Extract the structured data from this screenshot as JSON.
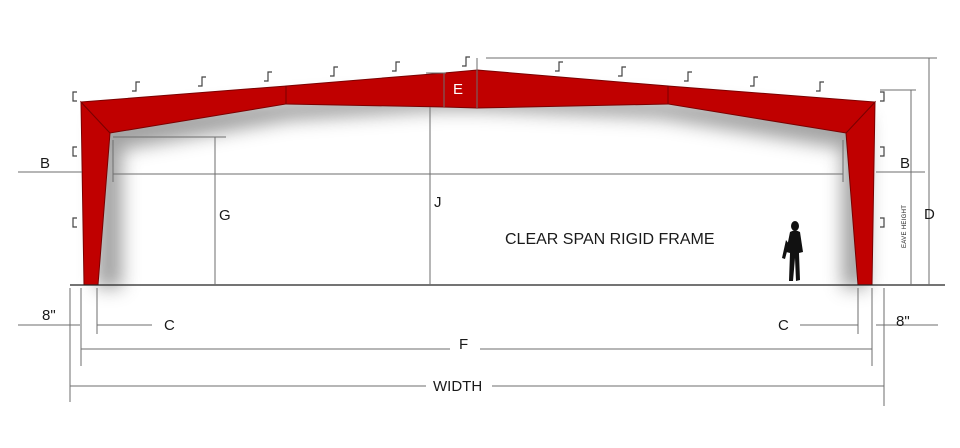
{
  "colors": {
    "frame": "#c00000",
    "frame_edge": "#7a0000",
    "dimension_line": "#6e6e6e",
    "text": "#1a1a1a",
    "background": "#ffffff"
  },
  "labels": {
    "B_left": "B",
    "B_right": "B",
    "C_left": "C",
    "C_right": "C",
    "D": "D",
    "E": "E",
    "F": "F",
    "G": "G",
    "J": "J",
    "width": "WIDTH",
    "eight_left": "8\"",
    "eight_right": "8\"",
    "eave_height": "EAVE HEIGHT",
    "title": "CLEAR SPAN RIGID FRAME"
  },
  "icons": {
    "person": "person-silhouette-icon",
    "purlin": "z-purlin-icon"
  }
}
